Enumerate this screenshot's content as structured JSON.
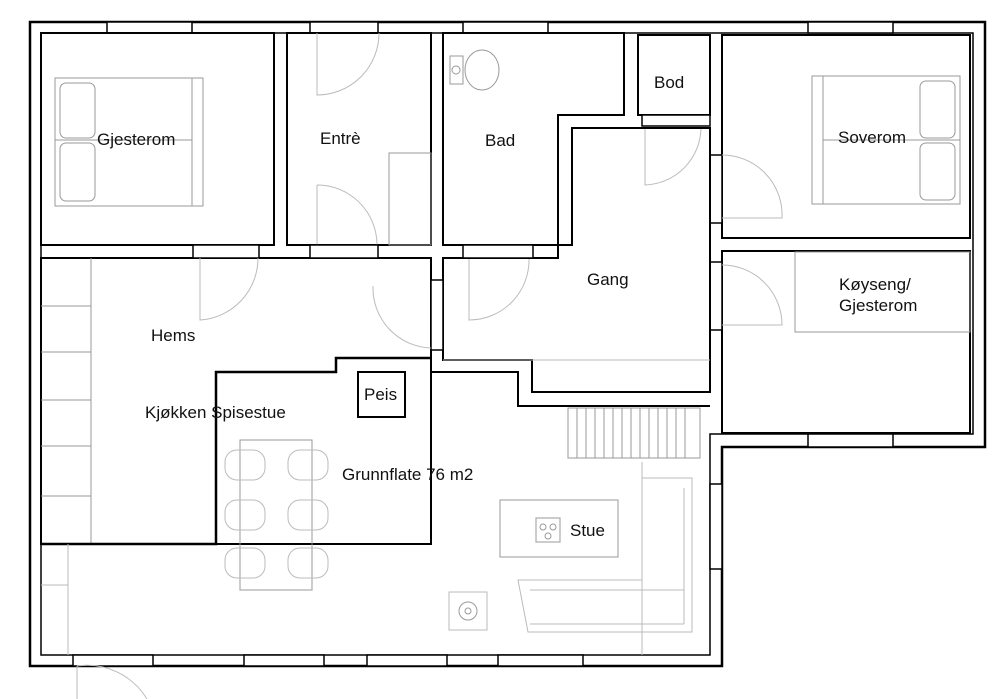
{
  "rooms": {
    "gjesterom": "Gjesterom",
    "entre": "Entrè",
    "bad": "Bad",
    "bod": "Bod",
    "soverom": "Soverom",
    "gang": "Gang",
    "koyseng_line1": "Køyseng/",
    "koyseng_line2": "Gjesterom",
    "hems": "Hems",
    "peis": "Peis",
    "kjokken": "Kjøkken Spisestue",
    "grunnflate": "Grunnflate 76 m2",
    "stue": "Stue"
  }
}
